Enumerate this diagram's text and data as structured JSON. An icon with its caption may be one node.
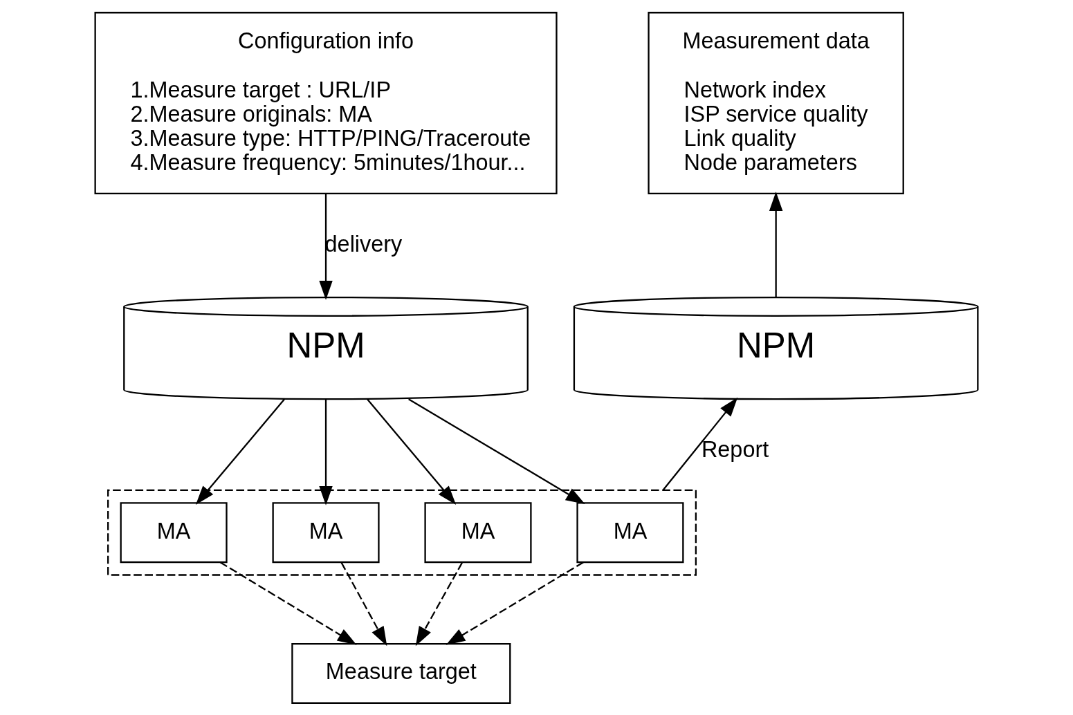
{
  "diagram": {
    "nodes": [
      {
        "text": [
          "Configuration info",
          "1.Measure target : URL/IP",
          "2.Measure originals: MA",
          "3.Measure type: HTTP/PING/Traceroute",
          "4.Measure frequency: 5minutes/1hour..."
        ]
      },
      {
        "text": [
          "Measurement data",
          "Network index",
          "ISP service quality",
          "Link quality",
          "Node parameters"
        ]
      },
      {
        "text": [
          "NPM"
        ]
      },
      {
        "text": [
          "NPM"
        ]
      },
      {
        "text": [],
        "shape": "box"
      },
      {
        "text": [
          "MA"
        ],
        "in": 4
      },
      {
        "text": [
          "MA"
        ],
        "in": 4
      },
      {
        "text": [
          "MA"
        ],
        "in": 4
      },
      {
        "text": [
          "MA"
        ],
        "in": 4
      },
      {
        "text": [
          "Measure target"
        ]
      }
    ],
    "edges": [
      {
        "from": 0,
        "to": 2,
        "arrow": "to",
        "label": "delivery"
      },
      {
        "from": 2,
        "to": 5,
        "arrow": "to"
      },
      {
        "from": 2,
        "to": 6,
        "arrow": "to"
      },
      {
        "from": 2,
        "to": 7,
        "arrow": "to"
      },
      {
        "from": 2,
        "to": 8,
        "arrow": "to"
      },
      {
        "from": 5,
        "to": 9,
        "arrow": "to",
        "style": "dashed"
      },
      {
        "from": 6,
        "to": 9,
        "arrow": "to",
        "style": "dashed"
      },
      {
        "from": 7,
        "to": 9,
        "arrow": "to",
        "style": "dashed"
      },
      {
        "from": 8,
        "to": 9,
        "arrow": "to",
        "style": "dashed"
      },
      {
        "from": 4,
        "to": 3,
        "arrow": "to",
        "label": "Report"
      },
      {
        "from": 3,
        "to": 1,
        "arrow": "to"
      }
    ]
  }
}
